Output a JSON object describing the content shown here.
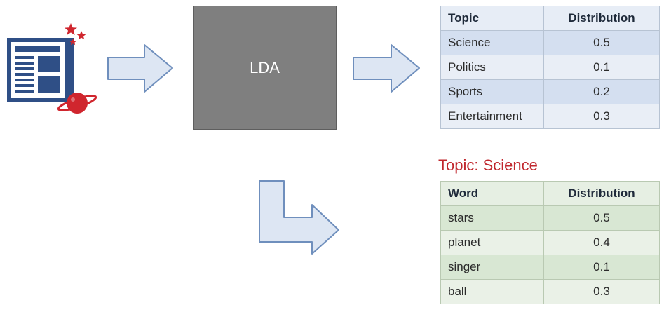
{
  "lda_label": "LDA",
  "topic_table": {
    "headers": [
      "Topic",
      "Distribution"
    ],
    "rows": [
      [
        "Science",
        "0.5"
      ],
      [
        "Politics",
        "0.1"
      ],
      [
        "Sports",
        "0.2"
      ],
      [
        "Entertainment",
        "0.3"
      ]
    ]
  },
  "topic_title": "Topic: Science",
  "word_table": {
    "headers": [
      "Word",
      "Distribution"
    ],
    "rows": [
      [
        "stars",
        "0.5"
      ],
      [
        "planet",
        "0.4"
      ],
      [
        "singer",
        "0.1"
      ],
      [
        "ball",
        "0.3"
      ]
    ]
  },
  "icons": [
    "newspaper-icon",
    "star-icon",
    "planet-icon"
  ],
  "colors": {
    "arrow_fill": "#dde6f3",
    "arrow_stroke": "#6f8fbd",
    "lda_box": "#7f7f7f",
    "newspaper": "#2f4f86",
    "accent_red": "#d0262e",
    "title_red": "#c0272d"
  }
}
